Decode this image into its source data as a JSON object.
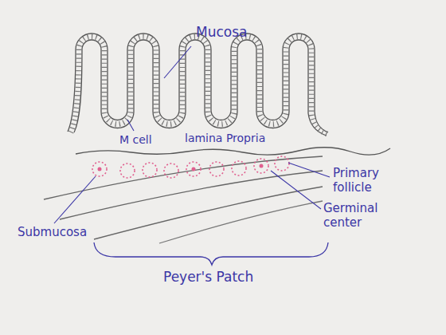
{
  "diagram": {
    "labels": [
      "Mucosa",
      "M cell",
      "lamina Propria",
      "Primary follicle",
      "Germinal center",
      "Submucosa",
      "Peyer's Patch"
    ]
  }
}
